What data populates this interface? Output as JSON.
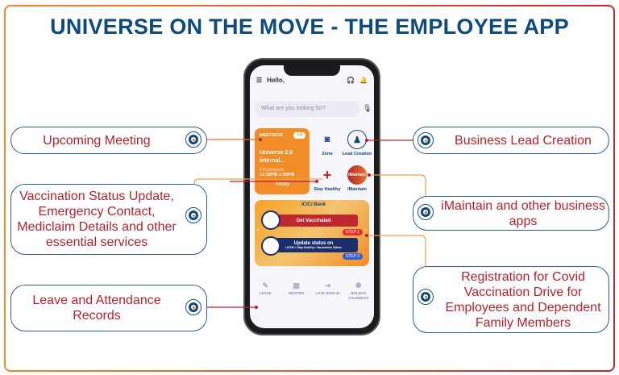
{
  "title": "UNIVERSE ON THE MOVE - THE EMPLOYEE APP",
  "callouts": {
    "upcoming_meeting": "Upcoming Meeting",
    "vaccination": "Vaccination Status Update, Emergency Contact, Mediclaim Details and other essential services",
    "leave": "Leave and Attendance Records",
    "business_lead": "Business Lead Creation",
    "imaintain": "iMaintain and other business apps",
    "registration": "Registration for Covid Vaccination Drive for Employees and Dependent Family Members"
  },
  "app": {
    "greeting": "Hello,",
    "search_placeholder": "What are you looking for?",
    "meeting": {
      "label": "MEETINGS",
      "badge": "+4",
      "title": "Universe 2.0 internal...",
      "participants": "8 Participants",
      "time": "12:30PM-1:00PM",
      "day": "Today"
    },
    "apps": [
      {
        "label": "Zeno",
        "icon": "headset-bot-icon"
      },
      {
        "label": "Lead Creation",
        "icon": "person-target-icon"
      },
      {
        "label": "Stay Healthy",
        "icon": "red-cross-icon"
      },
      {
        "label": "iMaintain",
        "icon": "imaintain-logo"
      }
    ],
    "imaintain_logo": "iMaintain",
    "banner": {
      "bank": "ICICI Bank",
      "step1_title": "Get Vaccinated",
      "step1": "STEP 1",
      "step2_title": "Update status on",
      "step2_sub": "UOTM > Stay Healthy> Vaccination Status",
      "step2": "STEP 2"
    },
    "nav": [
      {
        "label": "LEAVE",
        "icon": "pencil-icon"
      },
      {
        "label": "MUSTER",
        "icon": "calendar-icon"
      },
      {
        "label": "LATE SIGN IN",
        "icon": "late-signin-icon"
      },
      {
        "label": "HOLIDAY CALENDAR",
        "icon": "holiday-icon"
      }
    ]
  },
  "colors": {
    "title": "#0d4a7d",
    "callout_text": "#b5222d",
    "accent_orange": "#f28c28"
  }
}
